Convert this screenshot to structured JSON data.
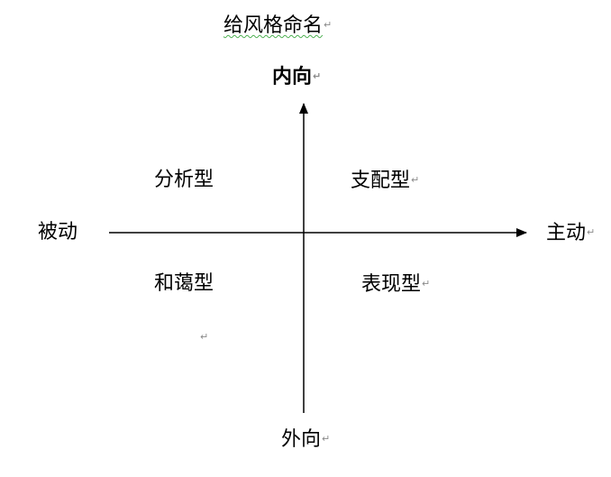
{
  "title": "给风格命名",
  "paragraph_mark": "↵",
  "axes": {
    "top": "内向",
    "bottom": "外向",
    "left": "被动",
    "right": "主动"
  },
  "quadrants": {
    "top_left": "分析型",
    "top_right": "支配型",
    "bottom_left": "和蔼型",
    "bottom_right": "表现型"
  }
}
